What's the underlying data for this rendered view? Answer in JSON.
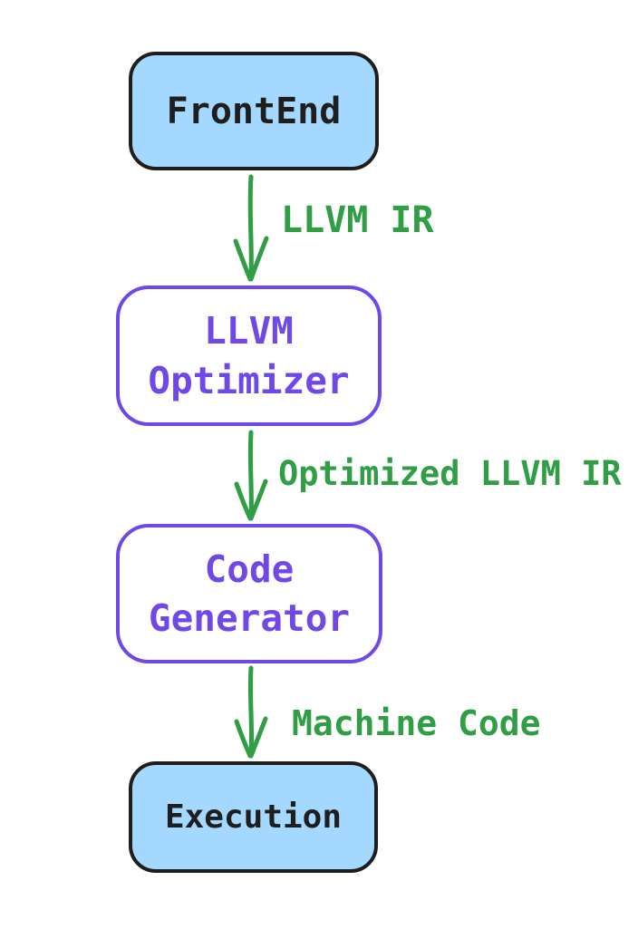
{
  "diagram": {
    "title": "LLVM compilation pipeline flowchart",
    "background_color": "#ffffff",
    "colors": {
      "blue_node_fill": "#a5d8ff",
      "black_node_stroke": "#1e1e1e",
      "purple_node_stroke": "#7048e8",
      "green_edge": "#2f9e44"
    },
    "nodes": [
      {
        "id": "frontend",
        "label": "FrontEnd",
        "shape": "rounded-rectangle",
        "fill": "#a5d8ff",
        "stroke": "#1e1e1e",
        "text_color": "#1e1e1e"
      },
      {
        "id": "llvm-optimizer",
        "label": "LLVM\nOptimizer",
        "shape": "rounded-rectangle",
        "fill": "#ffffff",
        "stroke": "#7048e8",
        "text_color": "#7048e8"
      },
      {
        "id": "code-generator",
        "label": "Code\nGenerator",
        "shape": "rounded-rectangle",
        "fill": "#ffffff",
        "stroke": "#7048e8",
        "text_color": "#7048e8"
      },
      {
        "id": "execution",
        "label": "Execution",
        "shape": "rounded-rectangle",
        "fill": "#a5d8ff",
        "stroke": "#1e1e1e",
        "text_color": "#1e1e1e"
      }
    ],
    "edges": [
      {
        "from": "frontend",
        "to": "llvm-optimizer",
        "label": "LLVM IR",
        "color": "#2f9e44",
        "direction": "down",
        "arrowhead": "v-open"
      },
      {
        "from": "llvm-optimizer",
        "to": "code-generator",
        "label": "Optimized LLVM IR",
        "color": "#2f9e44",
        "direction": "down",
        "arrowhead": "v-open"
      },
      {
        "from": "code-generator",
        "to": "execution",
        "label": "Machine Code",
        "color": "#2f9e44",
        "direction": "down",
        "arrowhead": "v-open"
      }
    ]
  }
}
